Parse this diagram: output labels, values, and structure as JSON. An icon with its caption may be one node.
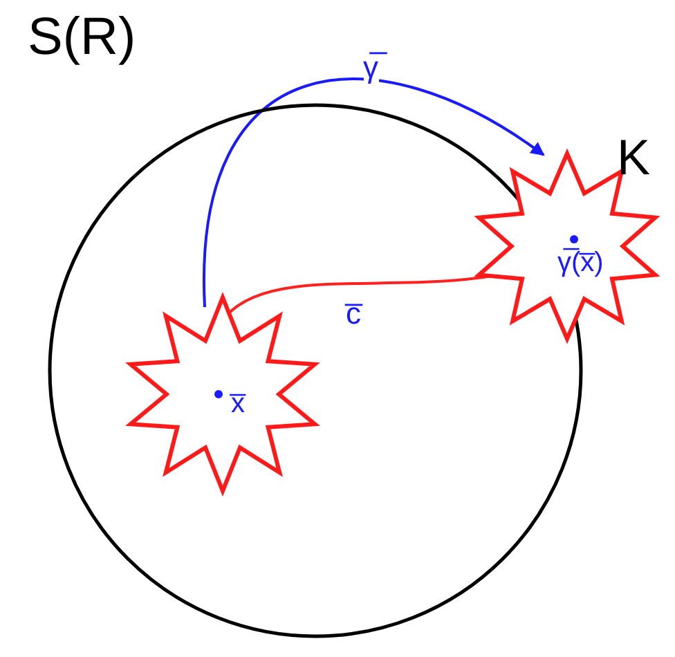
{
  "diagram": {
    "nodes": [
      {
        "text": [
          "S(R)"
        ]
      },
      {
        "text": [
          "x̅"
        ],
        "in": 0
      },
      {
        "text": [
          "γ̅(x̅)"
        ],
        "beside": [
          "K"
        ]
      }
    ],
    "edges": [
      {
        "from": 1,
        "to": 2,
        "arrow": "to",
        "label": "γ̅",
        "color": "#1a1aff"
      },
      {
        "from": 1,
        "to": 2,
        "arrow": "none",
        "label": "c̅",
        "color": "#ff2020"
      }
    ]
  }
}
